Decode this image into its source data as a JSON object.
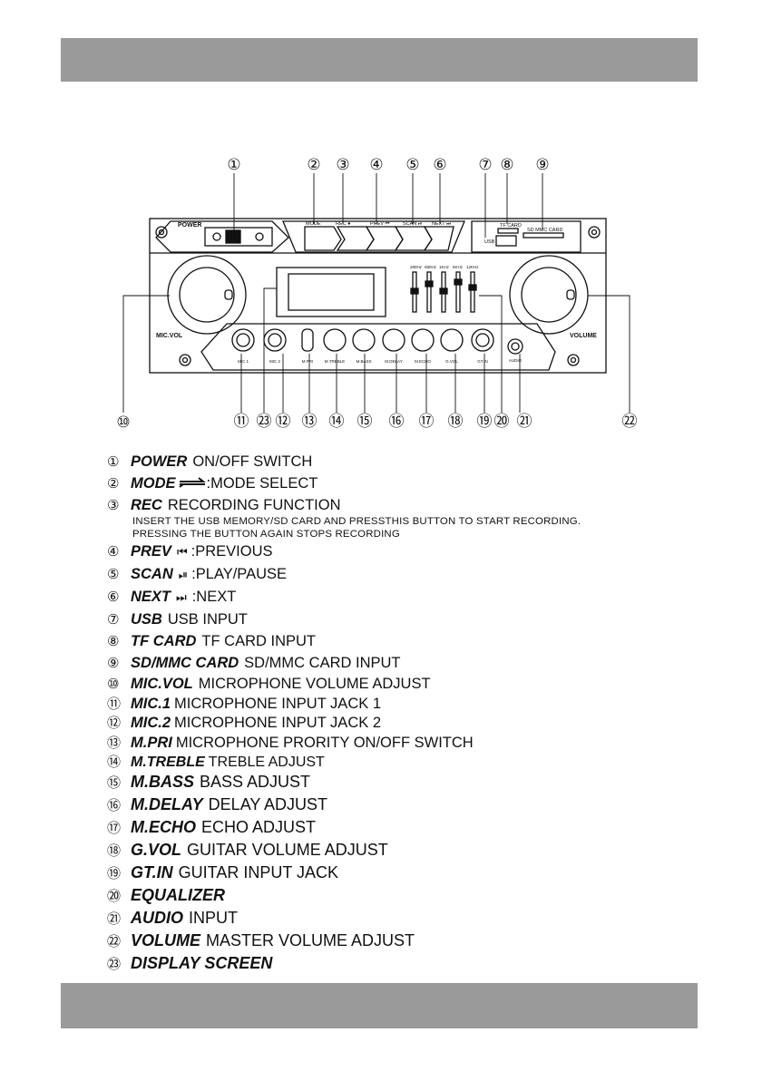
{
  "panel": {
    "power_label": "POWER",
    "mode_label": "MODE",
    "rec_label": "REC ●",
    "prev_label": "PREV ⏮",
    "scan_label": "SCAN ⏯",
    "next_label": "NEXT ⏭",
    "usb_label": "USB",
    "tfcard_label": "TF CARD",
    "sdmmc_label": "SD MMC CARD",
    "micvol_label": "MIC.VOL",
    "volume_label": "VOLUME",
    "audio_label": "AUDIO",
    "eq_bands": [
      "280Hz",
      "680Hz",
      "1KHz",
      "5KHz",
      "12KHz"
    ],
    "knobs": [
      "MIC 1",
      "MIC 2",
      "M.PRI",
      "M.TREBLE",
      "M.BASS",
      "M.DELAY",
      "M.ECHO",
      "G.VOL",
      "GT.IN"
    ]
  },
  "callouts": {
    "top": [
      "①",
      "②",
      "③",
      "④",
      "⑤",
      "⑥",
      "⑦",
      "⑧",
      "⑨"
    ],
    "bottom": [
      "⑩",
      "⑪",
      "㉓",
      "⑫",
      "⑬",
      "⑭",
      "⑮",
      "⑯",
      "⑰",
      "⑱",
      "⑲",
      "⑳",
      "㉑",
      "㉒"
    ]
  },
  "legend": [
    {
      "num": "①",
      "term": "POWER",
      "desc": "ON/OFF SWITCH"
    },
    {
      "num": "②",
      "term": "MODE",
      "desc": ":MODE SELECT",
      "icon": "mode-arrows-icon"
    },
    {
      "num": "③",
      "term": "REC",
      "desc": "RECORDING FUNCTION",
      "sub1": "INSERT THE USB MEMORY/SD CARD AND PRESSTHIS BUTTON TO START RECORDING.",
      "sub2": "PRESSING THE BUTTON AGAIN STOPS RECORDING"
    },
    {
      "num": "④",
      "term": "PREV",
      "desc": ":PREVIOUS",
      "icon": "⏮"
    },
    {
      "num": "⑤",
      "term": "SCAN",
      "desc": ":PLAY/PAUSE",
      "icon": "⏯"
    },
    {
      "num": "⑥",
      "term": "NEXT",
      "desc": ":NEXT",
      "icon": "⏭"
    },
    {
      "num": "⑦",
      "term": "USB",
      "desc": "USB INPUT"
    },
    {
      "num": "⑧",
      "term": "TF CARD",
      "desc": "TF CARD INPUT"
    },
    {
      "num": "⑨",
      "term": "SD/MMC CARD",
      "desc": "SD/MMC CARD INPUT"
    },
    {
      "num": "⑩",
      "term": "MIC.VOL",
      "desc": "MICROPHONE VOLUME ADJUST"
    },
    {
      "num": "⑪",
      "term": "MIC.1",
      "desc": "MICROPHONE INPUT JACK 1"
    },
    {
      "num": "⑫",
      "term": "MIC.2",
      "desc": "MICROPHONE INPUT JACK 2"
    },
    {
      "num": "⑬",
      "term": "M.PRI",
      "desc": "MICROPHONE PRORITY ON/OFF SWITCH"
    },
    {
      "num": "⑭",
      "term": "M.TREBLE",
      "desc": "TREBLE ADJUST"
    },
    {
      "num": "⑮",
      "term": "M.BASS",
      "desc": "BASS ADJUST"
    },
    {
      "num": "⑯",
      "term": "M.DELAY",
      "desc": "DELAY ADJUST"
    },
    {
      "num": "⑰",
      "term": "M.ECHO",
      "desc": "ECHO ADJUST"
    },
    {
      "num": "⑱",
      "term": "G.VOL",
      "desc": "GUITAR VOLUME ADJUST"
    },
    {
      "num": "⑲",
      "term": "GT.IN",
      "desc": "GUITAR INPUT JACK"
    },
    {
      "num": "⑳",
      "term": "EQUALIZER",
      "desc": ""
    },
    {
      "num": "㉑",
      "term": "AUDIO",
      "desc": "INPUT"
    },
    {
      "num": "㉒",
      "term": "VOLUME",
      "desc": "MASTER VOLUME ADJUST"
    },
    {
      "num": "㉓",
      "term": "DISPLAY SCREEN",
      "desc": ""
    }
  ]
}
